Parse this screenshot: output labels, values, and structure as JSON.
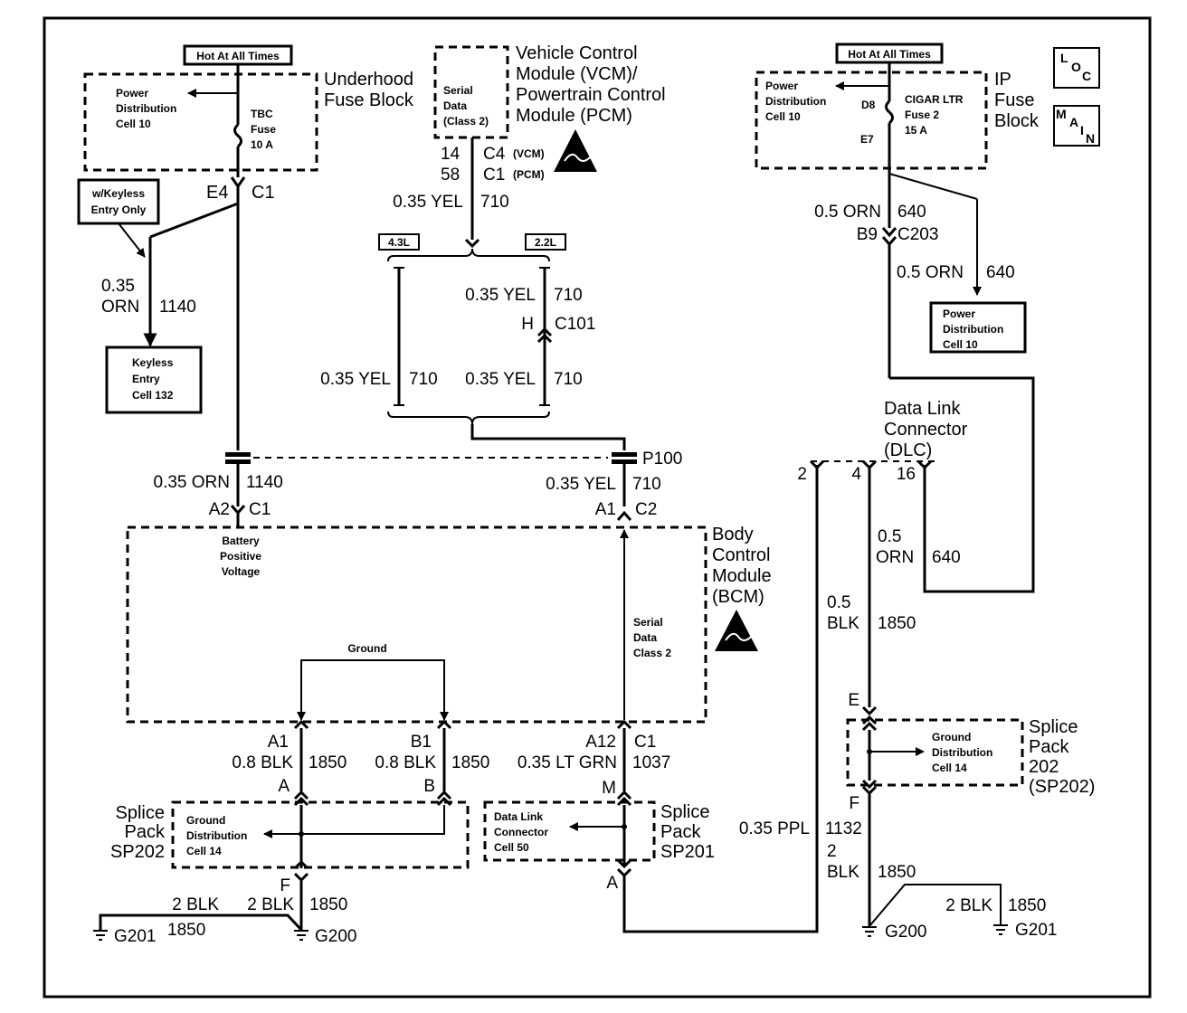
{
  "underhood": {
    "hot_label": "Hot At All Times",
    "title_line1": "Underhood",
    "title_line2": "Fuse Block",
    "power_dist_line1": "Power",
    "power_dist_line2": "Distribution",
    "power_dist_line3": "Cell 10",
    "fuse_line1": "TBC",
    "fuse_line2": "Fuse",
    "fuse_line3": "10 A",
    "conn_pin": "E4",
    "conn_id": "C1"
  },
  "keyless": {
    "option_line1": "w/Keyless",
    "option_line2": "Entry Only",
    "wire_size": "0.35",
    "wire_color": "ORN",
    "circuit": "1140",
    "box_line1": "Keyless",
    "box_line2": "Entry",
    "box_line3": "Cell 132"
  },
  "vcm": {
    "serial_line1": "Serial",
    "serial_line2": "Data",
    "serial_line3": "(Class 2)",
    "title_line1": "Vehicle Control",
    "title_line2": "Module (VCM)/",
    "title_line3": "Powertrain Control",
    "title_line4": "Module (PCM)",
    "pin_vcm": "14",
    "conn_vcm": "C4",
    "tag_vcm": "(VCM)",
    "pin_pcm": "58",
    "conn_pcm": "C1",
    "tag_pcm": "(PCM)",
    "wire": "0.35 YEL",
    "circuit": "710"
  },
  "engine_options": {
    "left": "4.3L",
    "right": "2.2L",
    "upper_wire": "0.35 YEL",
    "upper_circuit": "710",
    "c101_pin": "H",
    "c101_id": "C101",
    "left_wire": "0.35 YEL",
    "left_circuit": "710",
    "right_wire": "0.35 YEL",
    "right_circuit": "710"
  },
  "ip_fuse": {
    "hot_label": "Hot At All Times",
    "title_line1": "IP",
    "title_line2": "Fuse",
    "title_line3": "Block",
    "power_dist_line1": "Power",
    "power_dist_line2": "Distribution",
    "power_dist_line3": "Cell 10",
    "pin_top": "D8",
    "pin_bottom": "E7",
    "fuse_line1": "CIGAR LTR",
    "fuse_line2": "Fuse 2",
    "fuse_line3": "15 A",
    "wire1": "0.5 ORN",
    "circuit1": "640",
    "c203_pin": "B9",
    "c203_id": "C203",
    "wire2": "0.5 ORN",
    "circuit2": "640",
    "pd_box_line1": "Power",
    "pd_box_line2": "Distribution",
    "pd_box_line3": "Cell 10"
  },
  "badges": {
    "loc": [
      "L",
      "O",
      "C"
    ],
    "main": [
      "M",
      "A",
      "I",
      "N"
    ]
  },
  "p100": {
    "id": "P100",
    "left_wire": "0.35 ORN",
    "left_circuit": "1140",
    "right_wire": "0.35 YEL",
    "right_circuit": "710"
  },
  "bcm": {
    "pin_a2": "A2",
    "conn_c1": "C1",
    "pin_a1": "A1",
    "conn_c2": "C2",
    "title_line1": "Body",
    "title_line2": "Control",
    "title_line3": "Module",
    "title_line4": "(BCM)",
    "bat_line1": "Battery",
    "bat_line2": "Positive",
    "bat_line3": "Voltage",
    "ground": "Ground",
    "serial_line1": "Serial",
    "serial_line2": "Data",
    "serial_line3": "Class 2"
  },
  "bcm_bottom": {
    "pin_a1": "A1",
    "pin_b1": "B1",
    "pin_a12": "A12",
    "conn": "C1",
    "wire_a1": "0.8 BLK",
    "circ_a1": "1850",
    "wire_b1": "0.8 BLK",
    "circ_b1": "1850",
    "wire_a12": "0.35 LT GRN",
    "circ_a12": "1037",
    "pin_a": "A",
    "pin_b": "B",
    "pin_m": "M"
  },
  "sp202_left": {
    "title_line1": "Splice",
    "title_line2": "Pack",
    "title_line3": "SP202",
    "inner_line1": "Ground",
    "inner_line2": "Distribution",
    "inner_line3": "Cell 14",
    "pin_f": "F",
    "wire_mid": "2 BLK",
    "circuit_mid": "1850",
    "wire_left": "2 BLK",
    "circuit_left": "1850",
    "g201": "G201",
    "g200": "G200"
  },
  "sp201": {
    "title_line1": "Splice",
    "title_line2": "Pack",
    "title_line3": "SP201",
    "inner_line1": "Data Link",
    "inner_line2": "Connector",
    "inner_line3": "Cell 50",
    "pin_a": "A"
  },
  "dlc": {
    "title_line1": "Data Link",
    "title_line2": "Connector",
    "title_line3": "(DLC)",
    "pin2": "2",
    "pin4": "4",
    "pin16": "16",
    "wire16_line1": "0.5",
    "wire16_line2": "ORN",
    "circuit16": "640",
    "wire4_line1": "0.5",
    "wire4_line2": "BLK",
    "circuit4": "1850",
    "wire2": "0.35 PPL",
    "circuit2": "1132"
  },
  "sp202_right": {
    "pin_e": "E",
    "pin_f": "F",
    "inner_line1": "Ground",
    "inner_line2": "Distribution",
    "inner_line3": "Cell 14",
    "title_line1": "Splice",
    "title_line2": "Pack",
    "title_line3": "202",
    "title_line4": "(SP202)",
    "wire_line1": "2",
    "wire_line2": "BLK",
    "circuit": "1850",
    "wire_right": "2 BLK",
    "circuit_right": "1850",
    "g200": "G200",
    "g201": "G201"
  }
}
